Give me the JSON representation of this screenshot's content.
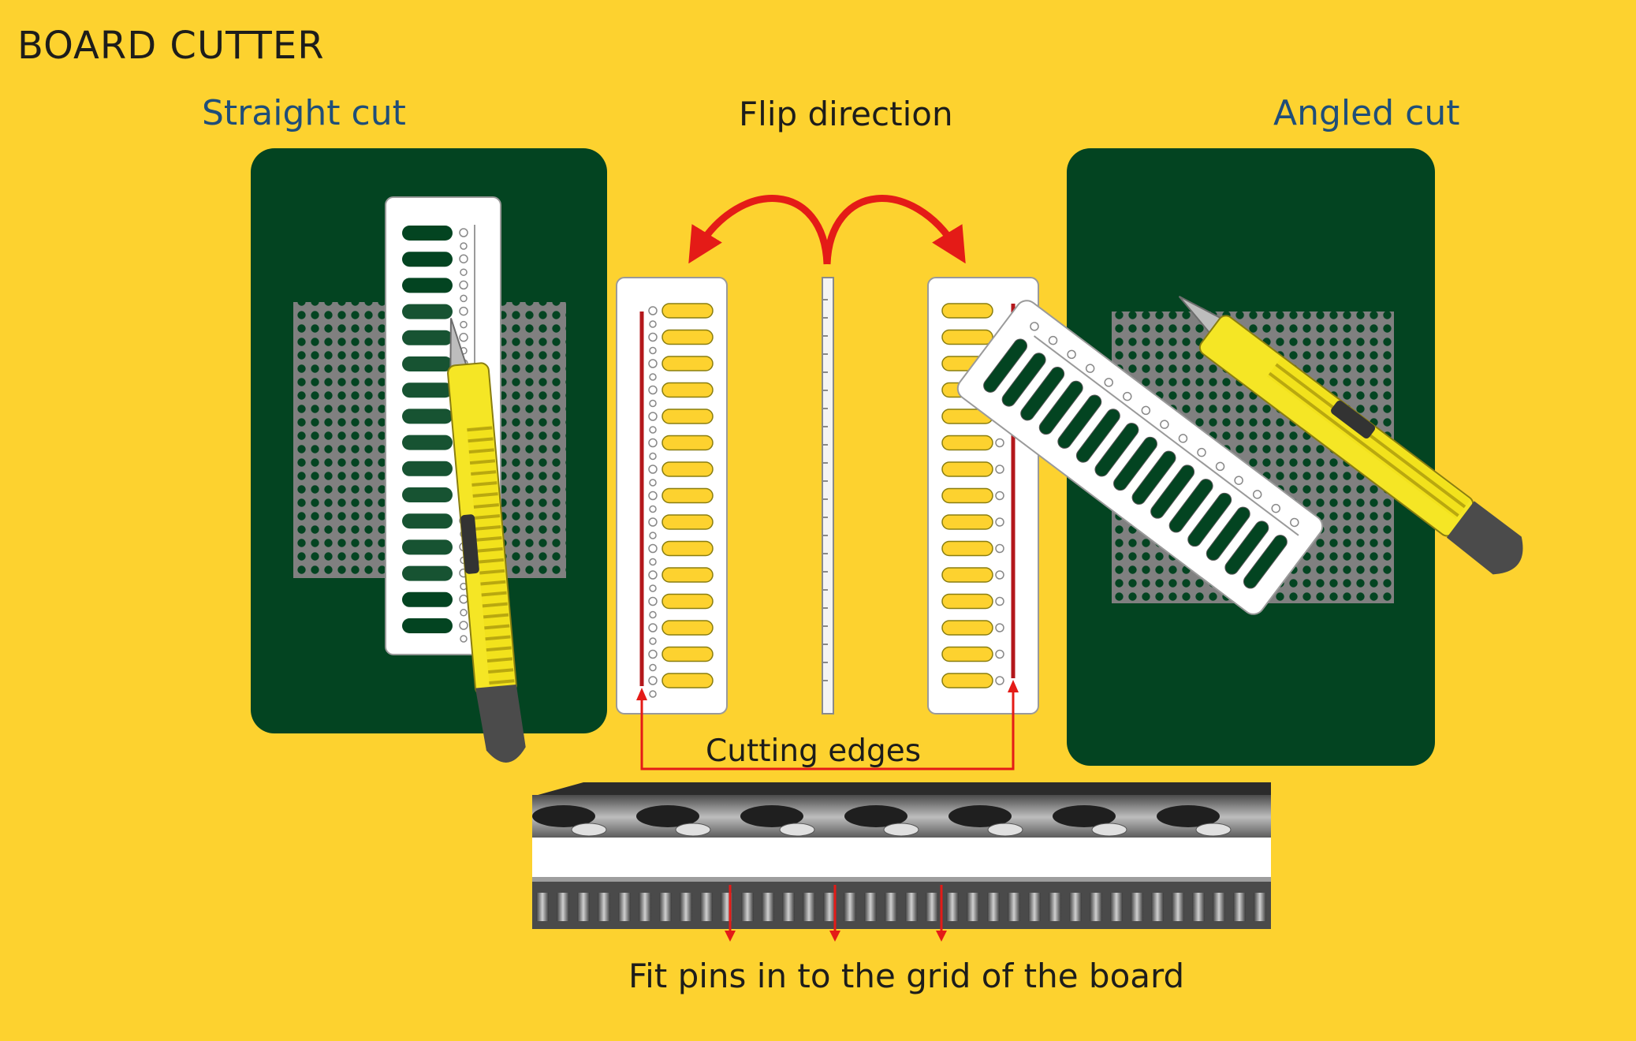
{
  "title": "BOARD CUTTER",
  "labels": {
    "straight_cut": "Straight cut",
    "flip_direction": "Flip direction",
    "angled_cut": "Angled cut",
    "cutting_edges": "Cutting edges",
    "fit_pins": "Fit pins in to the grid of the board"
  },
  "colors": {
    "background": "#FDD22F",
    "board": "#034421",
    "grid": "#7a7a7a",
    "cutter_body": "#F5E625",
    "arrow_red": "#E41B17",
    "heading_blue": "#1f4e79"
  }
}
